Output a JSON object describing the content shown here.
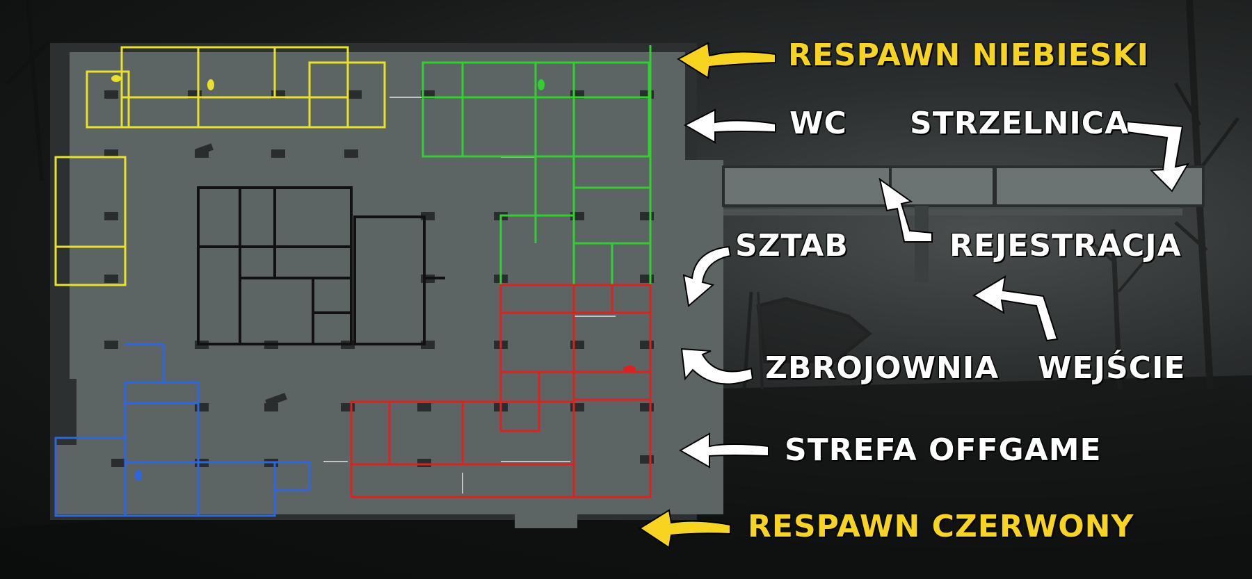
{
  "labels": {
    "respawn_blue": "RESPAWN NIEBIESKI",
    "wc": "WC",
    "shooting_range": "STRZELNICA",
    "hq": "SZTAB",
    "registration": "REJESTRACJA",
    "armory": "ZBROJOWNIA",
    "entrance": "WEJŚCIE",
    "offgame_zone": "STREFA OFFGAME",
    "respawn_red": "RESPAWN CZERWONY"
  },
  "colors": {
    "background": "#141616",
    "floor": "#5d6464",
    "wall_shade": "#2a2d2d",
    "team_yellow_zone": "#e8e22a",
    "team_green_zone": "#2fd12f",
    "team_red_zone": "#e02020",
    "team_blue_zone": "#2f66e0",
    "hq_walls": "#111111",
    "label_yellow": "#f6d41f",
    "label_white": "#ffffff"
  },
  "icons": {
    "arrows": [
      "arrow-left-icon",
      "arrow-curved-down-icon",
      "arrow-up-icon",
      "arrow-curved-left-icon"
    ]
  }
}
